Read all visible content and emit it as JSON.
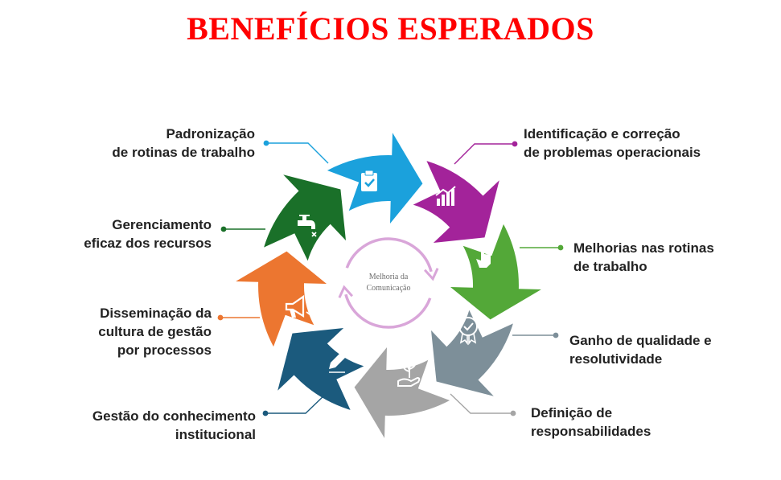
{
  "title": "BENEFÍCIOS ESPERADOS",
  "center": {
    "line1": "Melhoria da",
    "line2": "Comunicação"
  },
  "segments": [
    {
      "label": "Padronização\nde rotinas de trabalho",
      "color": "#1ba1dc",
      "icon": "clipboard-check-icon"
    },
    {
      "label": "Identificação e correção\nde problemas operacionais",
      "color": "#a3239a",
      "icon": "bar-chart-icon"
    },
    {
      "label": "Melhorias nas rotinas\nde trabalho",
      "color": "#53a838",
      "icon": "hand-pointer-icon"
    },
    {
      "label": "Ganho de qualidade e\nresolutividade",
      "color": "#7d8f99",
      "icon": "award-badge-icon"
    },
    {
      "label": "Definição  de\nresponsabilidades",
      "color": "#a5a5a5",
      "icon": "hand-plant-icon"
    },
    {
      "label": "Gestão do conhecimento\ninstitucional",
      "color": "#1b5a7d",
      "icon": "pencil-icon"
    },
    {
      "label": "Disseminação da\ncultura de gestão\npor processos",
      "color": "#ec7630",
      "icon": "megaphone-icon"
    },
    {
      "label": "Gerenciamento\neficaz dos recursos",
      "color": "#1a7029",
      "icon": "faucet-icon"
    }
  ],
  "colors": {
    "title": "#ff0000",
    "center_arrows": "#d9a6d9"
  }
}
